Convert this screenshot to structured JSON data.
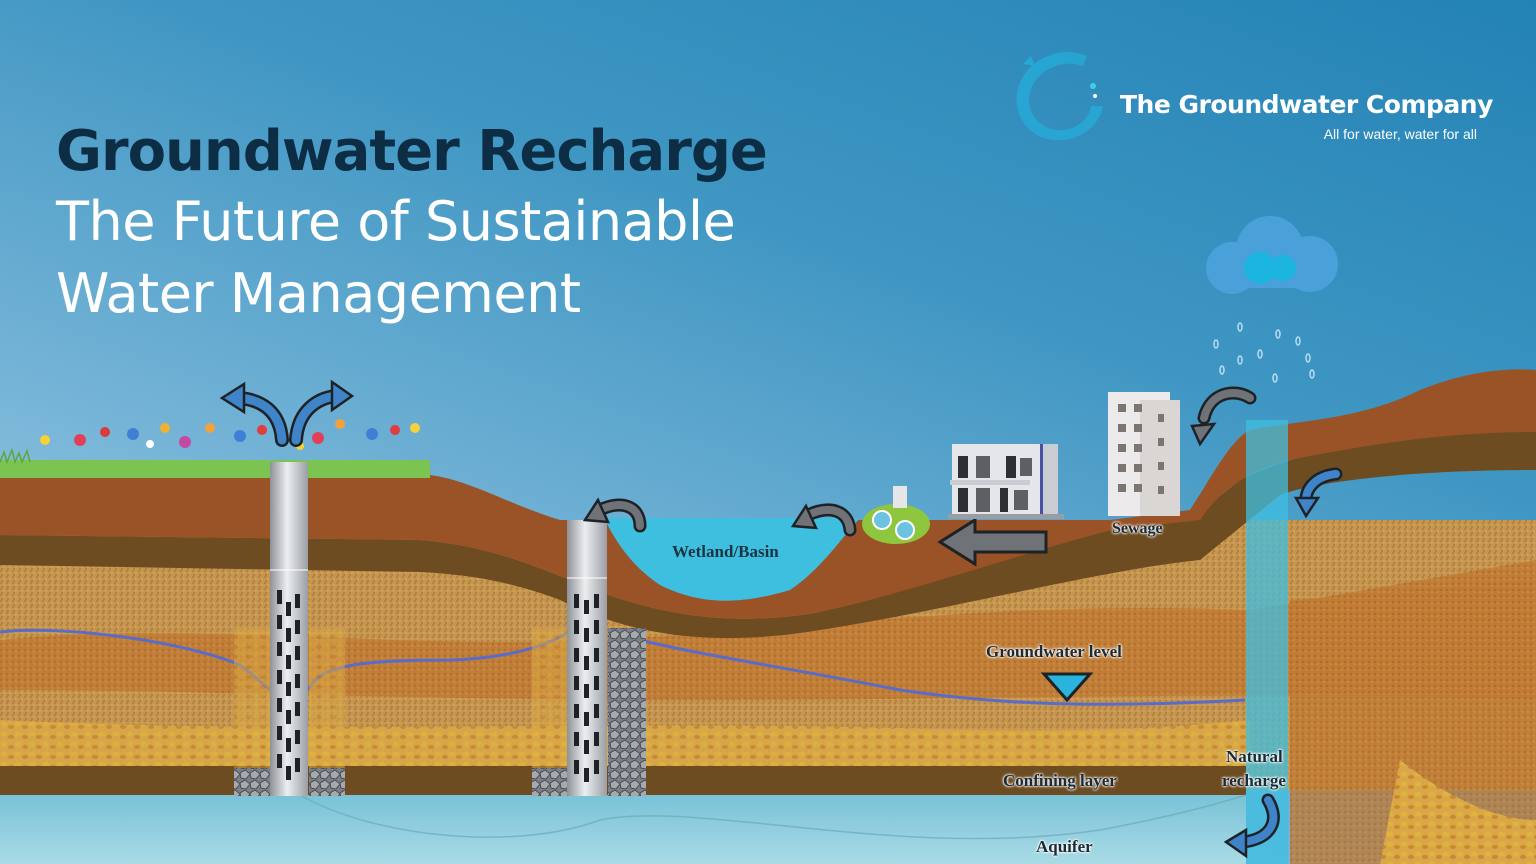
{
  "header": {
    "title": "Groundwater Recharge",
    "subtitle_line1": "The Future of Sustainable",
    "subtitle_line2": "Water Management"
  },
  "brand": {
    "name": "The Groundwater Company",
    "tagline": "All for water, water for all",
    "logo_icon": "water-splash-icon"
  },
  "diagram": {
    "labels": {
      "wetland": "Wetland/Basin",
      "sewage": "Sewage",
      "groundwater_level": "Groundwater level",
      "confining_layer": "Confining layer",
      "natural_recharge_line1": "Natural",
      "natural_recharge_line2": "recharge",
      "aquifer": "Aquifer"
    },
    "icons": [
      "cloud-icon",
      "raindrops-icon",
      "house-icon",
      "apartment-building-icon",
      "treatment-plant-icon",
      "recharge-well-icon",
      "flow-arrow-icon",
      "groundwater-level-marker-icon",
      "flowers-icon"
    ],
    "colors": {
      "sky_top": "#2383b5",
      "sky_bottom": "#b3d8eb",
      "topsoil": "#9a5326",
      "subsoil": "#6e4c22",
      "sand": "#c9954a",
      "confining_layer": "#6e4c22",
      "aquifer": "#8fcbd9",
      "water": "#3fbfe0",
      "title_dark": "#0c2d44",
      "groundwater_line": "#5a6cc8"
    }
  }
}
